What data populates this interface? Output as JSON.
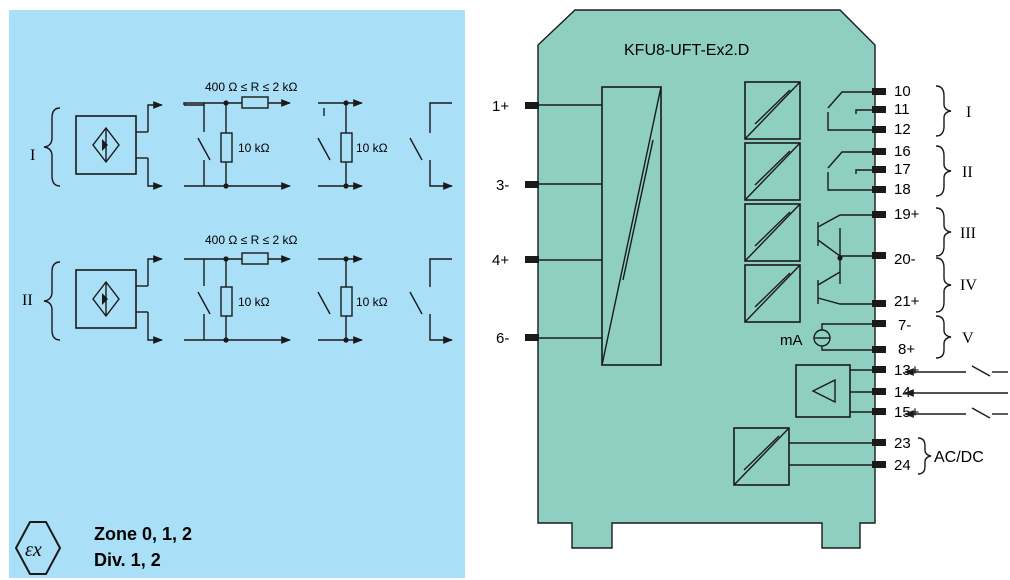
{
  "colors": {
    "hazard_zone": "#a9dff7",
    "module_body": "#8ecfc2",
    "line": "#1a1a1a"
  },
  "hazard_panel": {
    "ch1_label": "I",
    "ch2_label": "II",
    "ch1_resistor_range": "400 Ω ≤ R ≤ 2 kΩ",
    "ch2_resistor_range": "400 Ω ≤ R ≤ 2 kΩ",
    "resistor_10k": "10 kΩ",
    "zone_text": "Zone 0, 1, 2",
    "div_text": "Div. 1, 2",
    "ex_symbol_text": "εx"
  },
  "module": {
    "title": "KFU8-UFT-Ex2.D",
    "left_terminals": [
      "1+",
      "3-",
      "4+",
      "6-"
    ],
    "right_terminals": [
      "10",
      "11",
      "12",
      "16",
      "17",
      "18",
      "19+",
      "20-",
      "21+",
      "7-",
      "8+",
      "13+",
      "14-",
      "15+",
      "23",
      "24"
    ],
    "meter_label": "mA",
    "output_groups": [
      "I",
      "II",
      "III",
      "IV",
      "V"
    ],
    "supply_label": "AC/DC"
  }
}
